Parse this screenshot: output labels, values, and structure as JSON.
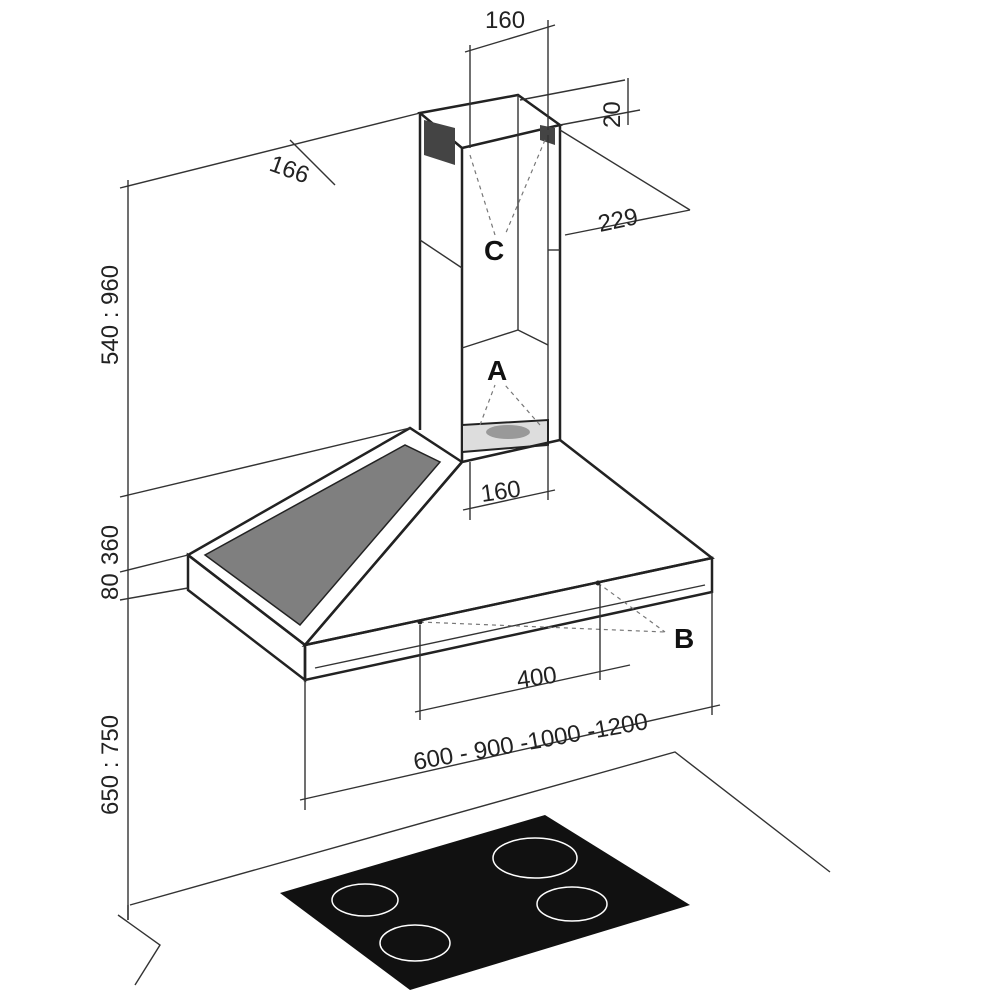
{
  "labels": {
    "chimney_width": "160",
    "chimney_top_gap": "20",
    "chimney_depth": "166",
    "bracket_depth": "229",
    "chimney_height": "540 : 960",
    "hood_height": "360",
    "hood_rim": "80",
    "mount_height": "650 : 750",
    "outlet_width": "160",
    "bracket_spacing": "400",
    "hood_widths": "600 - 900 -1000 -1200",
    "point_a": "A",
    "point_b": "B",
    "point_c": "C"
  },
  "colors": {
    "panel": "#7f7f7f",
    "cooktop": "#111111"
  }
}
